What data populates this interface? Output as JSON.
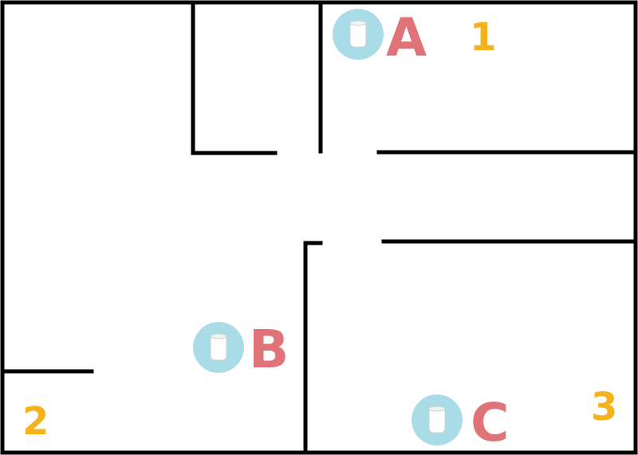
{
  "nodes": [
    {
      "label": "A",
      "icon": "mesh-router-icon"
    },
    {
      "label": "B",
      "icon": "mesh-router-icon"
    },
    {
      "label": "C",
      "icon": "mesh-router-icon"
    }
  ],
  "rooms": [
    {
      "number": "1"
    },
    {
      "number": "2"
    },
    {
      "number": "3"
    }
  ],
  "colors": {
    "wall": "#000000",
    "node_circle": "#a9dce6",
    "node_label": "#e07377",
    "room_number": "#f5b21c",
    "background": "#ffffff"
  }
}
